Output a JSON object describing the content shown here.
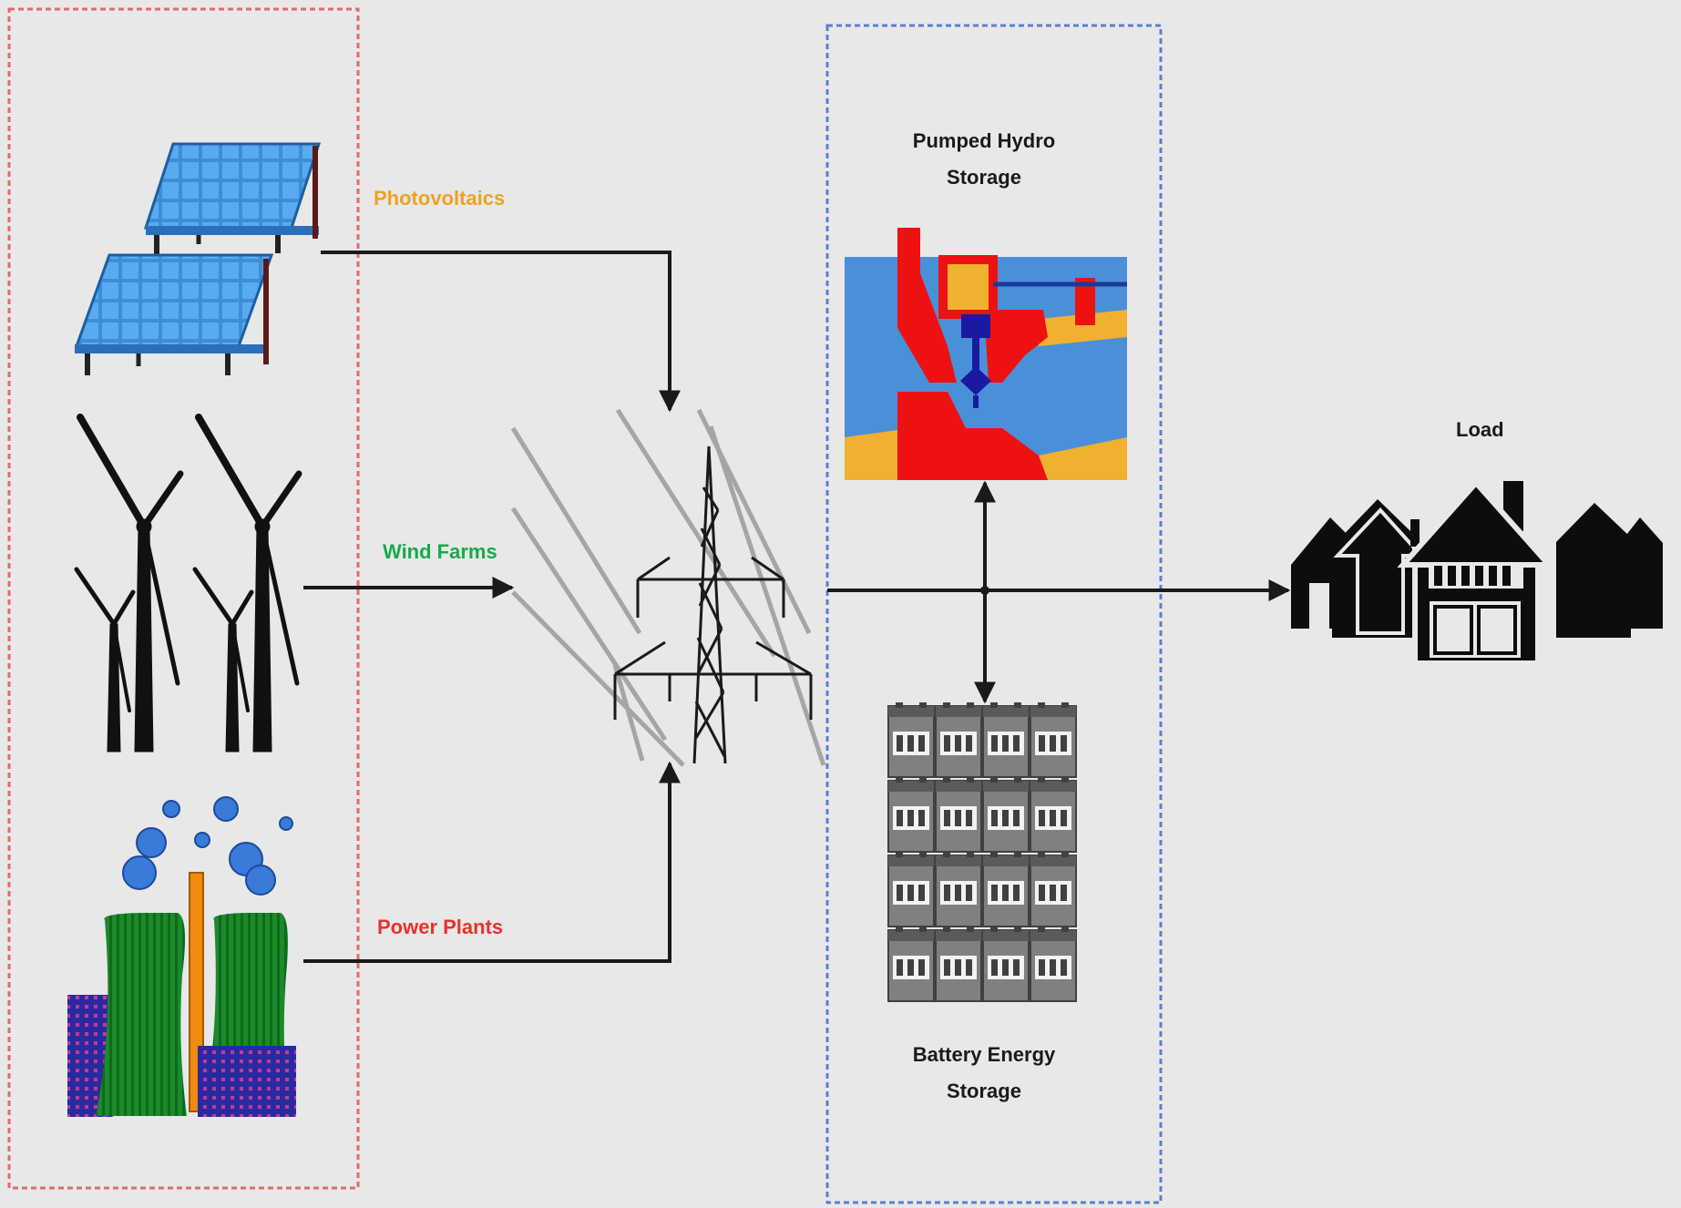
{
  "diagram": {
    "labels": {
      "photovoltaics": "Photovoltaics",
      "wind_farms": "Wind Farms",
      "power_plants": "Power Plants",
      "pumped_hydro_line1": "Pumped Hydro",
      "pumped_hydro_line2": "Storage",
      "battery_line1": "Battery Energy",
      "battery_line2": "Storage",
      "load": "Load"
    },
    "colors": {
      "background": "#e8e8e8",
      "generation_box_border": "#e06a6a",
      "storage_box_border": "#5b7fd1",
      "photovoltaics_label": "#f0a020",
      "wind_farms_label": "#1aa84a",
      "power_plants_label": "#e8322a",
      "arrow": "#1a1a1a",
      "solar_panel": "#3b8fd8",
      "cooling_tower": "#1a8a2a",
      "building": "#2a2aa0",
      "hydro_water": "#4a90d8",
      "hydro_structure": "#ee1111",
      "hydro_ground": "#f0b030",
      "battery": "#808080"
    },
    "icons": [
      "solar-panel-icon",
      "wind-turbine-icon",
      "power-plant-icon",
      "transmission-tower-icon",
      "pumped-hydro-icon",
      "battery-bank-icon",
      "houses-icon"
    ]
  }
}
